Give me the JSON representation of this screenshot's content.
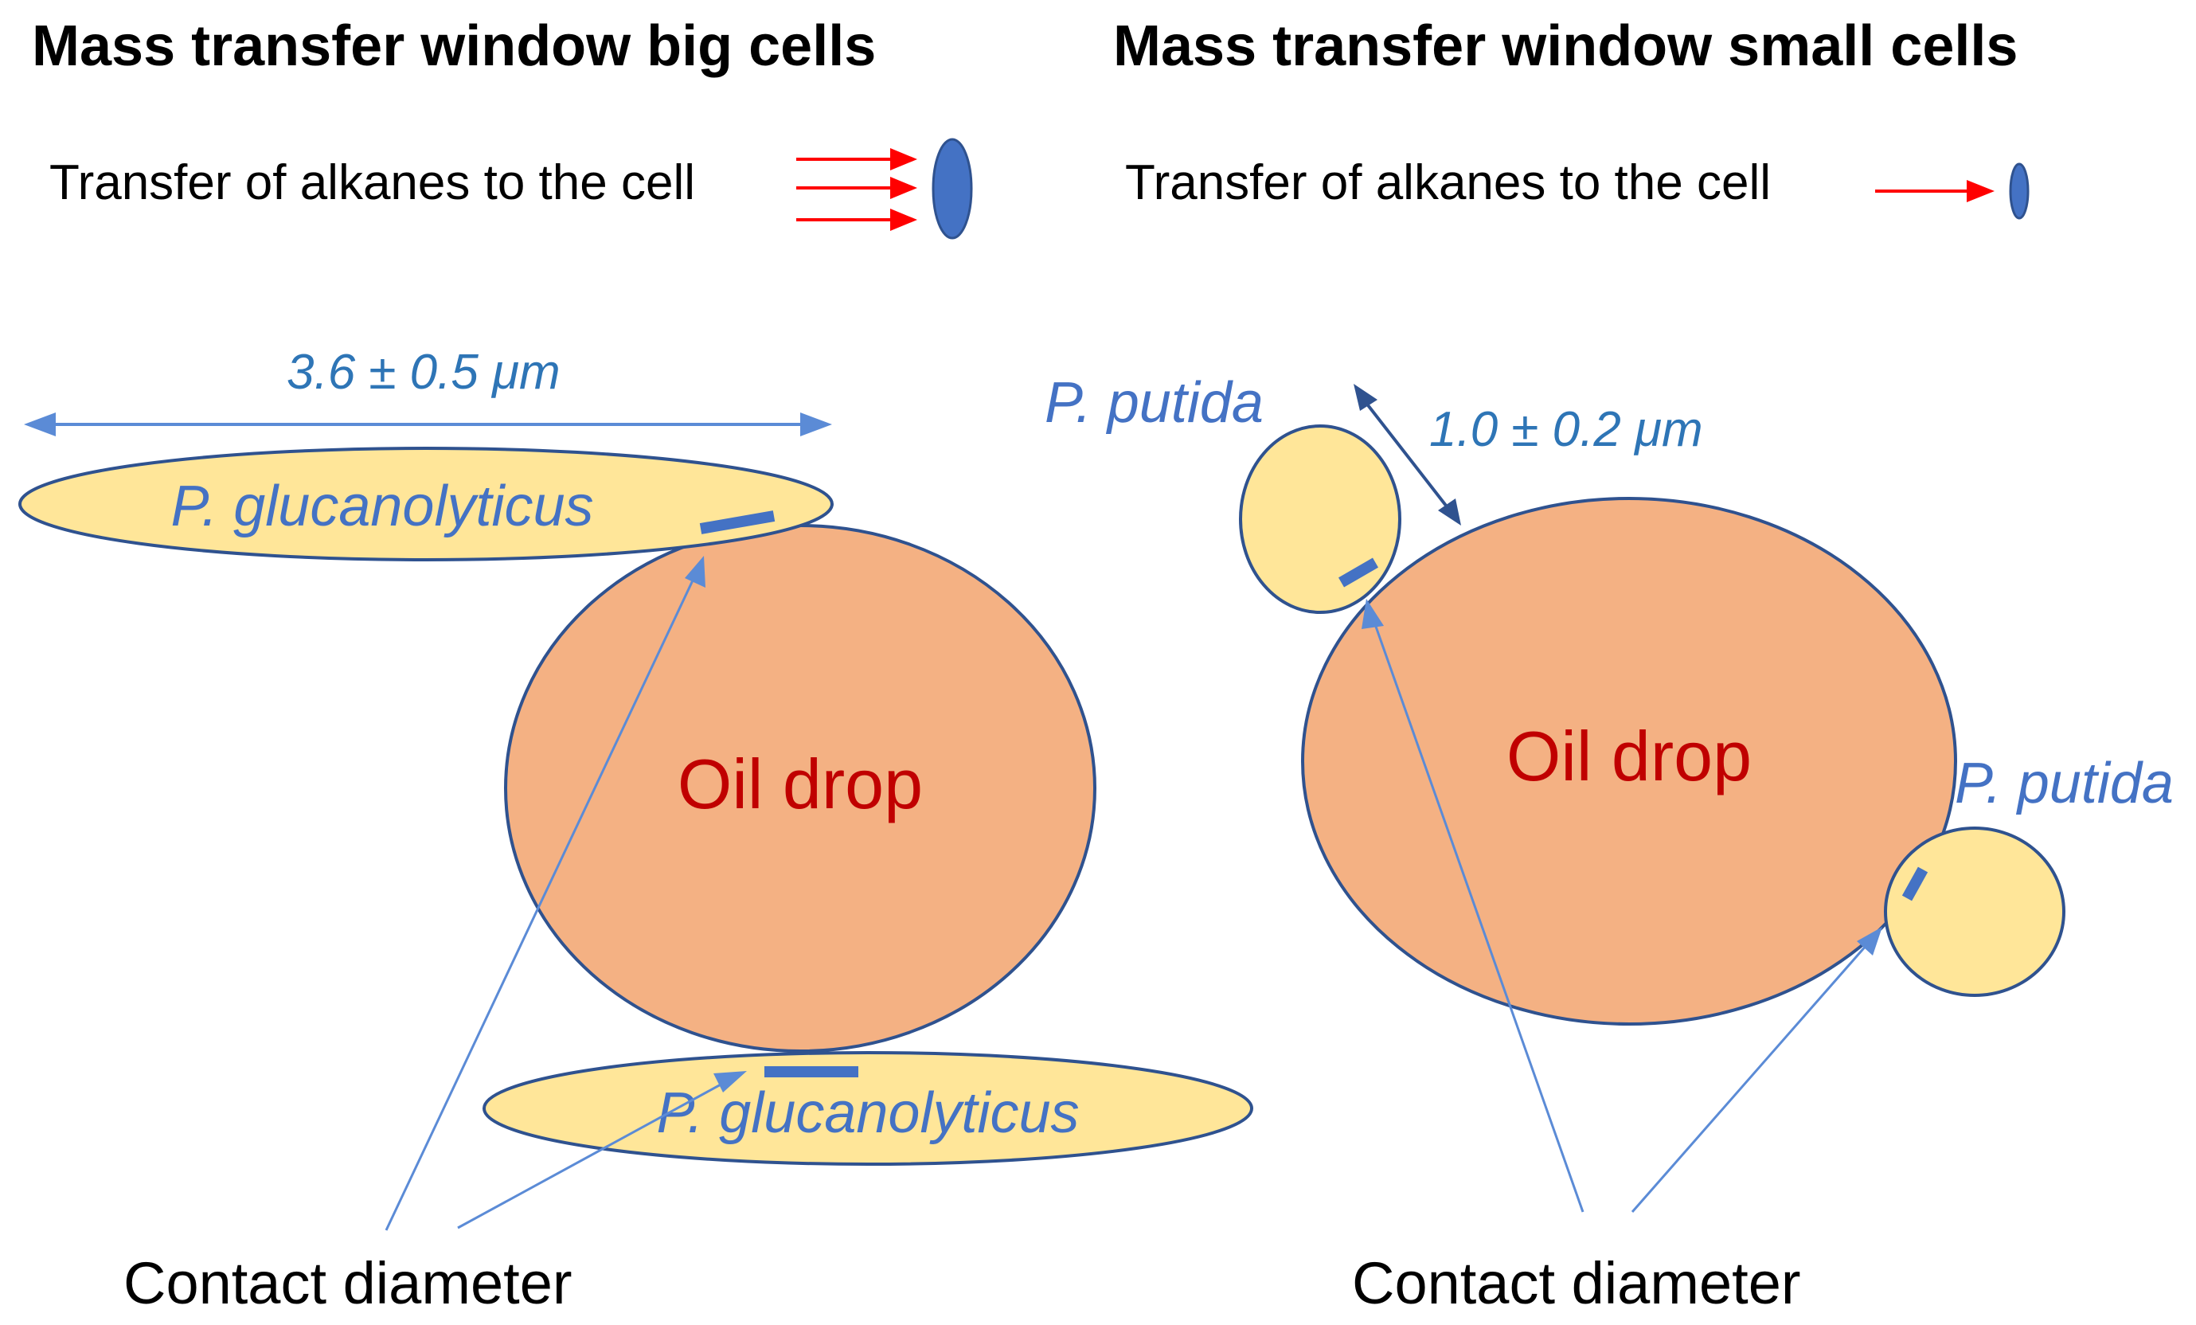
{
  "colors": {
    "cell_fill": "#FFE699",
    "cell_stroke": "#2F528F",
    "oil_fill": "#F4B183",
    "oil_label": "#C00000",
    "species_label": "#4472C4",
    "measure_label": "#2E75B6",
    "arrow_red": "#FF0000",
    "contact_mark": "#4472C4",
    "pointer_line": "#5B8BD6"
  },
  "left_panel": {
    "heading": "Mass transfer window big cells",
    "legend_text": "Transfer of alkanes to the cell",
    "size_label": "3.6 ± 0.5 μm",
    "cell_top_label": "P. glucanolyticus",
    "cell_bottom_label": "P. glucanolyticus",
    "oil_label": "Oil drop",
    "contact_label": "Contact diameter"
  },
  "right_panel": {
    "heading": "Mass transfer window small cells",
    "legend_text": "Transfer of alkanes to the cell",
    "size_label": "1.0 ± 0.2 μm",
    "cell_top_label": "P. putida",
    "cell_right_label": "P. putida",
    "oil_label": "Oil drop",
    "contact_label": "Contact diameter"
  }
}
